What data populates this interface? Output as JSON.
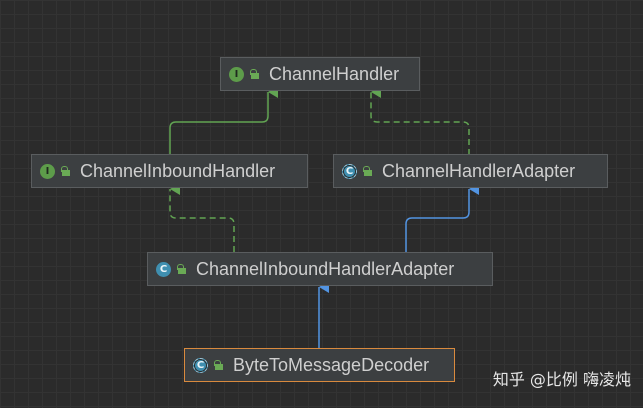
{
  "diagram": {
    "nodes": [
      {
        "id": "channel-handler",
        "label": "ChannelHandler",
        "kind": "I"
      },
      {
        "id": "channel-inbound-handler",
        "label": "ChannelInboundHandler",
        "kind": "I"
      },
      {
        "id": "channel-handler-adapter",
        "label": "ChannelHandlerAdapter",
        "kind": "C"
      },
      {
        "id": "channel-inbound-handler-adapter",
        "label": "ChannelInboundHandlerAdapter",
        "kind": "C"
      },
      {
        "id": "byte-to-message-decoder",
        "label": "ByteToMessageDecoder",
        "kind": "C"
      }
    ],
    "colors": {
      "background": "#2b2b2b",
      "extends_interface": "#62a453",
      "extends_class": "#5294e2",
      "selected_border": "#d98a3e"
    }
  },
  "watermark": "知乎 @比例 嗨凌炖"
}
